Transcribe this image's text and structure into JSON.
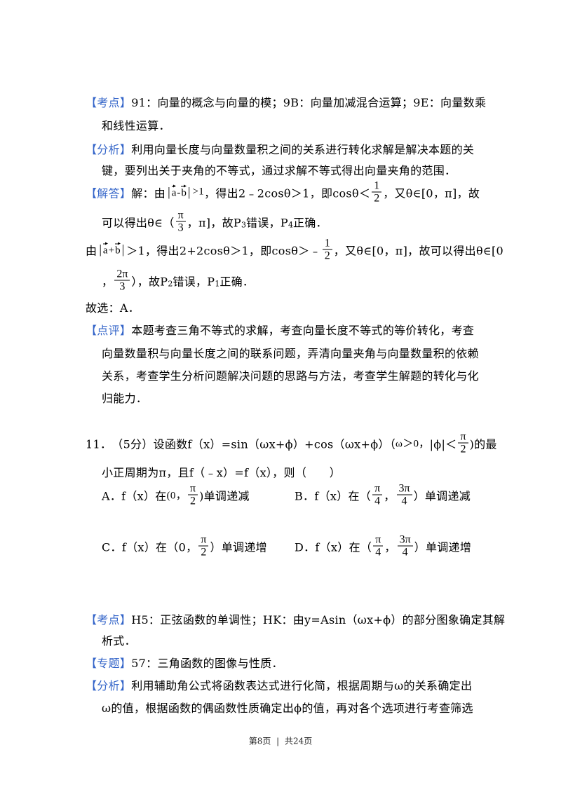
{
  "colors": {
    "label": "#3465c9",
    "text": "#000000"
  },
  "q10": {
    "kaodian": {
      "label": "【考点】",
      "lines": [
        "91：向量的概念与向量的模；9B：向量加减混合运算；9E：向量数乘",
        "和线性运算．"
      ]
    },
    "fenxi": {
      "label": "【分析】",
      "lines": [
        "利用向量长度与向量数量积之间的关系进行转化求解是解决本题的关",
        "键，要列出关于夹角的不等式，通过求解不等式得出向量夹角的范围．"
      ]
    },
    "jieda": {
      "label": "【解答】",
      "line1": {
        "pre": "解：由",
        "bar": "|",
        "a": "a",
        "op": "-",
        "b": "b",
        "gt": ">1",
        "mid": "，得出2﹣2cosθ＞1，即cosθ＜",
        "frac": {
          "num": "1",
          "den": "2"
        },
        "post": "，又θ∈[0，π]，故"
      },
      "line2": {
        "pre": "可以得出θ∈（",
        "frac": {
          "num": "π",
          "den": "3"
        },
        "mid": "，π]，故P",
        "sub1": "3",
        "mid2": "错误，P",
        "sub2": "4",
        "post": "正确．"
      },
      "line3": {
        "pre": "由",
        "bar": "|",
        "a": "a",
        "op": "+",
        "b": "b",
        "mid": "＞1，得出2+2cosθ＞1，即cosθ＞﹣",
        "frac": {
          "num": "1",
          "den": "2"
        },
        "post": "，又θ∈[0，π]，故可以得出θ∈[0"
      },
      "line4": {
        "pre": "，",
        "frac": {
          "num": "2π",
          "den": "3"
        },
        "mid": "），故P",
        "sub1": "2",
        "mid2": "错误，P",
        "sub2": "1",
        "post": "正确．"
      }
    },
    "answer": "故选：A．",
    "dianping": {
      "label": "【点评】",
      "lines": [
        "本题考查三角不等式的求解，考查向量长度不等式的等价转化，考查",
        "向量数量积与向量长度之间的联系问题，弄清向量夹角与向量数量积的依赖",
        "关系，考查学生分析问题解决问题的思路与方法，考查学生解题的转化与化",
        "归能力．"
      ]
    }
  },
  "q11": {
    "number": "11．",
    "line1": {
      "pre": "（5分）设函数f（x）=sin（ωx+ϕ）+cos（ωx+ϕ）（",
      "cond1": "ω＞0，",
      "cond2": "|ϕ|＜",
      "frac": {
        "num": "π",
        "den": "2"
      },
      "post": ")的最"
    },
    "line2": "小正周期为π，且f（﹣x）=f（x），则（　　）",
    "options": {
      "A": {
        "pre": "A．f（x）在",
        "open": "(0，",
        "frac": {
          "num": "π",
          "den": "2"
        },
        "post": ")单调递减"
      },
      "B": {
        "pre": "B．f（x）在（",
        "frac1": {
          "num": "π",
          "den": "4"
        },
        "sep": "，",
        "frac2": {
          "num": "3π",
          "den": "4"
        },
        "post": "）单调递减"
      },
      "C": {
        "pre": "C．f（x）在（0，",
        "frac": {
          "num": "π",
          "den": "2"
        },
        "post": "）单调递增"
      },
      "D": {
        "pre": "D．f（x）在（",
        "frac1": {
          "num": "π",
          "den": "4"
        },
        "sep": "，",
        "frac2": {
          "num": "3π",
          "den": "4"
        },
        "post": "）单调递增"
      }
    }
  },
  "q11_solution": {
    "kaodian": {
      "label": "【考点】",
      "lines": [
        "H5：正弦函数的单调性；HK：由y=Asin（ωx+ϕ）的部分图象确定其解",
        "析式．"
      ]
    },
    "zhuanti": {
      "label": "【专题】",
      "line": "57：三角函数的图像与性质．"
    },
    "fenxi": {
      "label": "【分析】",
      "lines": [
        "利用辅助角公式将函数表达式进行化简，根据周期与ω的关系确定出",
        "ω的值，根据函数的偶函数性质确定出ϕ的值，再对各个选项进行考查筛选"
      ]
    }
  },
  "footer": {
    "page": "第8页",
    "sep": "|",
    "total": "共24页"
  }
}
